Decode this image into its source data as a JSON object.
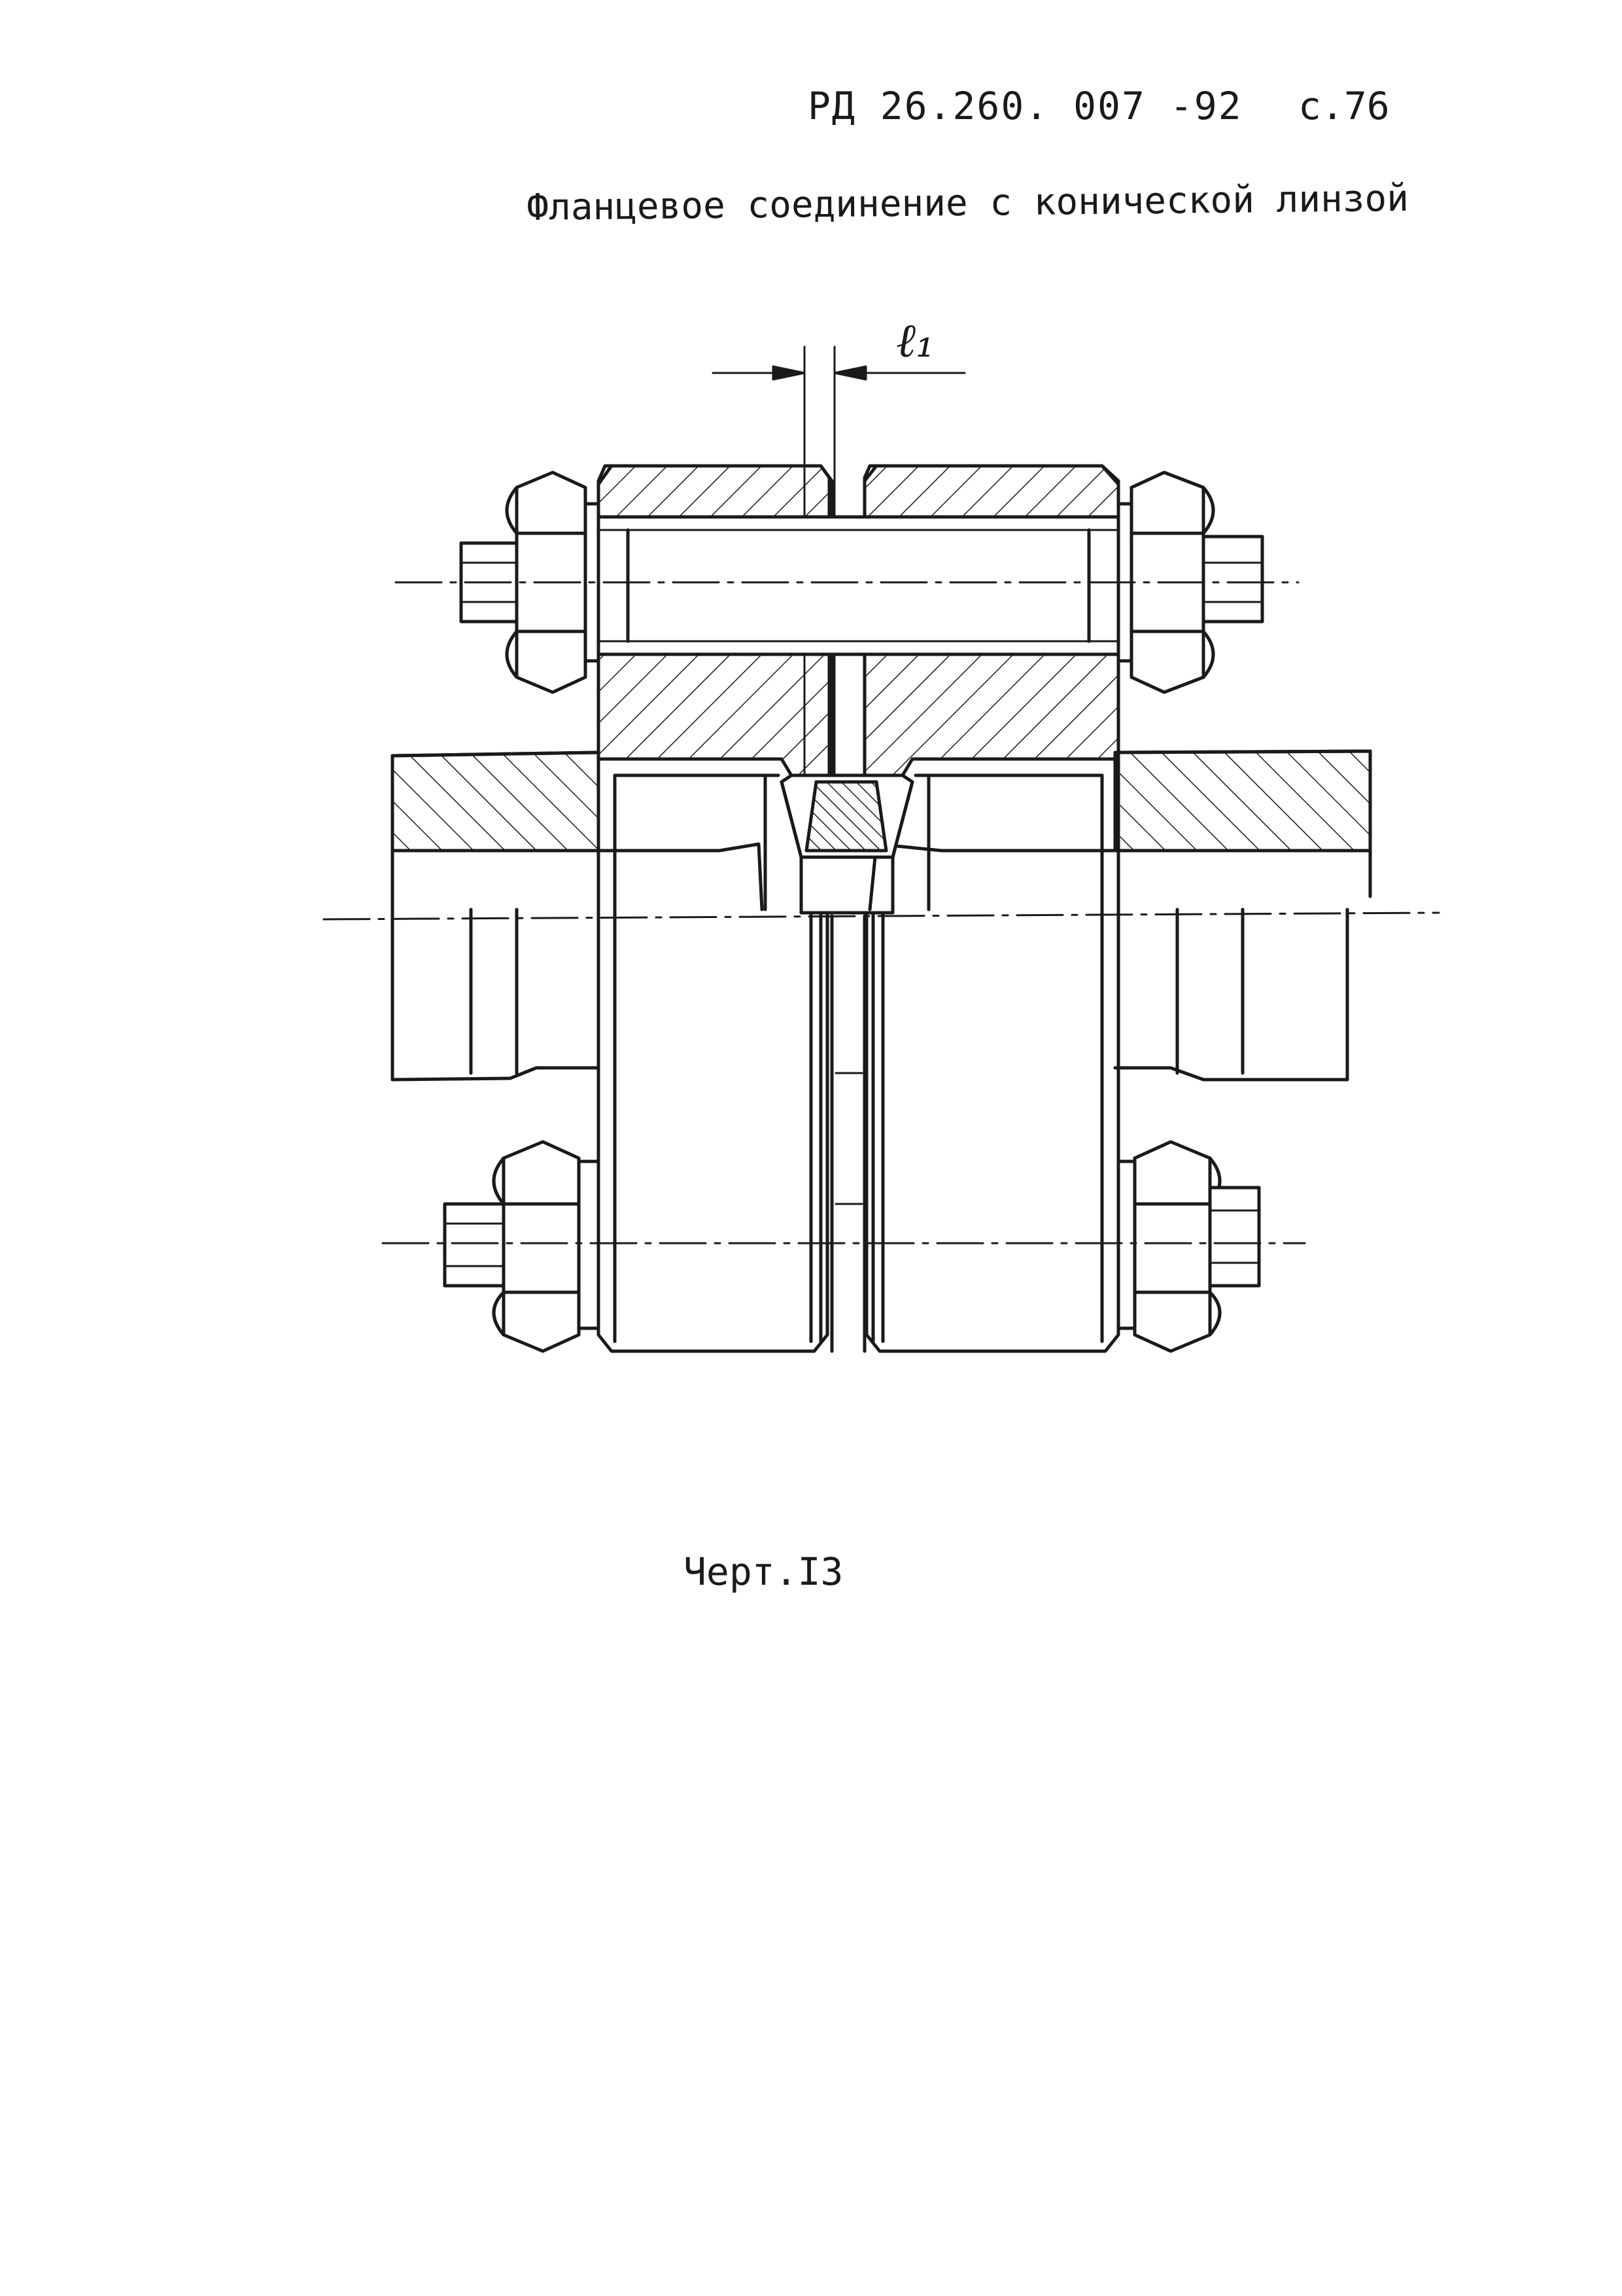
{
  "header": {
    "doc_code": "РД 26.260. 007 -92",
    "page": "с.76"
  },
  "title": "Фланцевое соединение с конической линзой",
  "drawing": {
    "dimension_label": "ℓ₁",
    "caption": "Черт.I3"
  }
}
